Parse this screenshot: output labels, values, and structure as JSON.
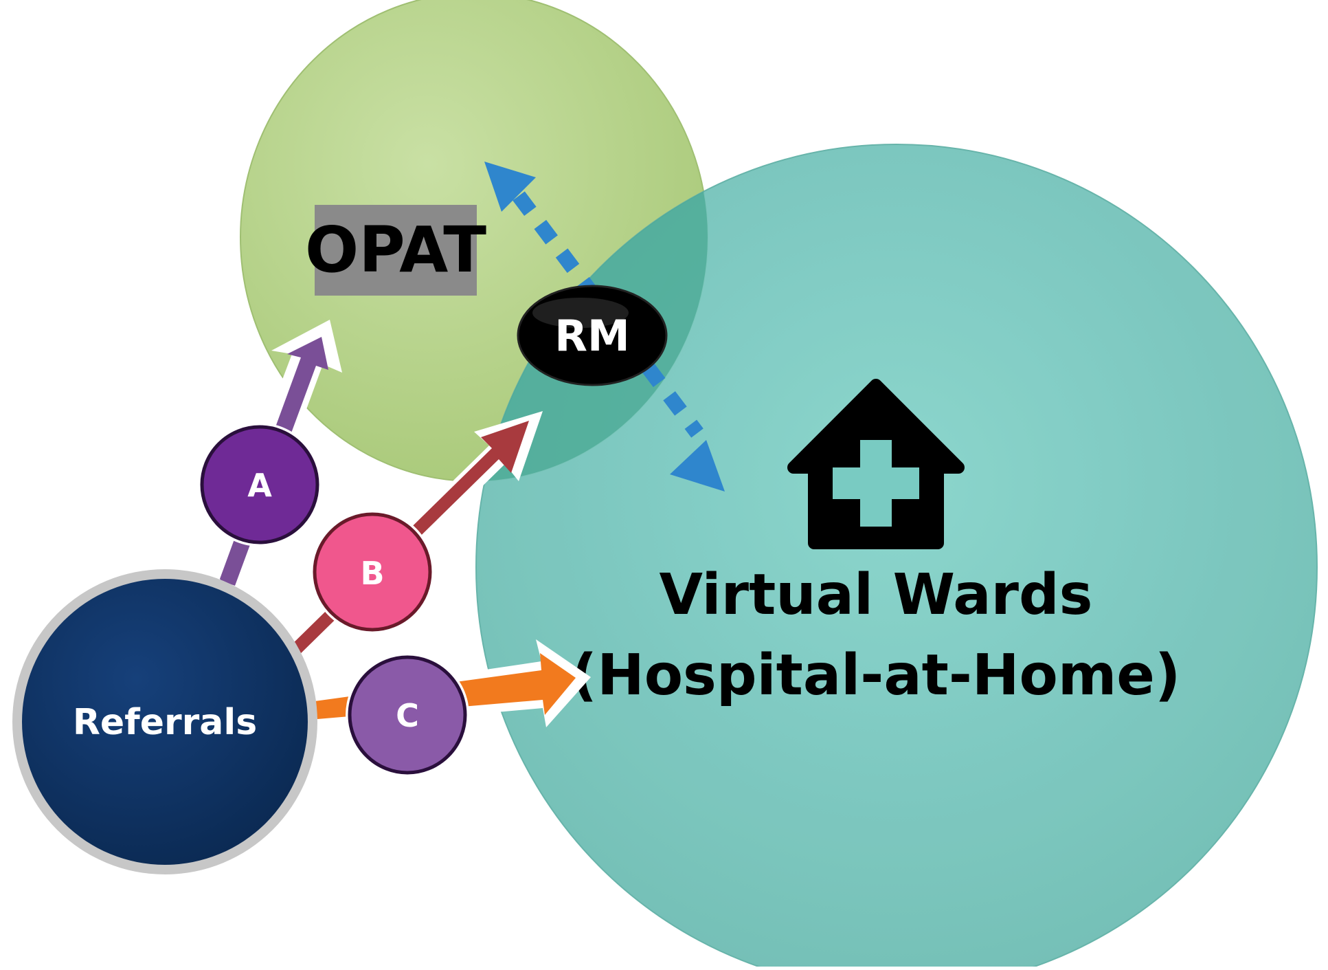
{
  "diagram": {
    "opat": {
      "label": "OPAT",
      "color": "#b8d48c"
    },
    "virtual_wards": {
      "line1": "Virtual Wards",
      "line2": "(Hospital-at-Home)",
      "color": "#79cbc2"
    },
    "overlap": {
      "color": "#4aa894"
    },
    "rm": {
      "label": "RM",
      "color": "#000000"
    },
    "referrals": {
      "label": "Referrals",
      "color": "#0e3262"
    },
    "pathways": [
      {
        "label": "A",
        "node_color": "#6f2a96",
        "arrow_color": "#7a4f97",
        "target": "OPAT"
      },
      {
        "label": "B",
        "node_color": "#f0578d",
        "arrow_color": "#a83a3e",
        "target": "RM"
      },
      {
        "label": "C",
        "node_color": "#8a5aa8",
        "arrow_color": "#f27a1e",
        "target": "Virtual Wards"
      }
    ],
    "icons": {
      "home": "house-medical-icon"
    },
    "link_color": "#2f86cd"
  }
}
